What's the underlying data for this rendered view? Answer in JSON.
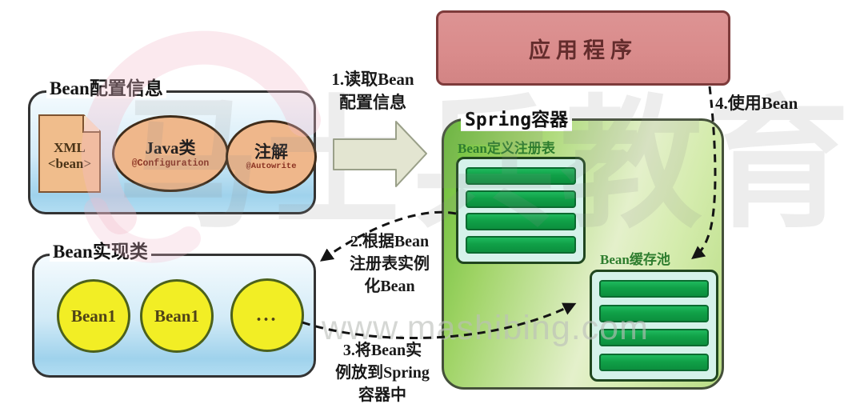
{
  "colors": {
    "page_bg": "#ffffff",
    "box_border": "#333333",
    "blue_top": "#f5fbfe",
    "blue_mid": "#d3ebf7",
    "blue_bottom": "#9fd2ec",
    "doc_fill": "#f0bd8c",
    "doc_border": "#7d5230",
    "ellipse_fill": "#efb78b",
    "ellipse_border": "#3f2c1a",
    "code_red": "#8b3222",
    "yellow_fill": "#f2ee25",
    "yellow_border": "#4c611c",
    "bean_text": "#4f4318",
    "app_fill": "#d98b8b",
    "app_border": "#7e3b3b",
    "app_text": "#632c2c",
    "green_dark": "#68bd36",
    "green_light": "#e4f0cb",
    "green_mid": "#b9dd85",
    "container_border": "#44503a",
    "panel_fill": "#d5f2ea",
    "panel_border": "#20461f",
    "panel_title": "#2e7d2e",
    "bar_fill": "#12a148",
    "bar_border": "#0b6b30",
    "block_arrow_fill": "#e3e5d1",
    "block_arrow_border": "#9aa089",
    "dash": "#141414",
    "step_text": "#191919",
    "watermark_gray": "#8f8f8f",
    "watermark_www": "#bcbfba",
    "swirl_pink": "#f2bccb"
  },
  "config_box": {
    "title": "Bean配置信息",
    "xml_doc": {
      "name": "XML",
      "tag": "<bean>"
    },
    "java_class": {
      "title": "Java类",
      "annotation": "@Configuration"
    },
    "annotation_node": {
      "title": "注解",
      "annotation": "@Autowrite"
    }
  },
  "impl_box": {
    "title": "Bean实现类",
    "beans": [
      "Bean1",
      "Bean1",
      "..."
    ]
  },
  "app_box": {
    "title": "应用程序"
  },
  "spring_container": {
    "title": "Spring容器",
    "registry": {
      "title": "Bean定义注册表",
      "slot_count": 4
    },
    "cache": {
      "title": "Bean缓存池",
      "slot_count": 4
    }
  },
  "steps": {
    "read_config": {
      "lines": [
        "1.读取Bean",
        "配置信息"
      ]
    },
    "instantiate": {
      "lines": [
        "2.根据Bean",
        "注册表实例",
        "化Bean"
      ]
    },
    "put_instance": {
      "lines": [
        "3.将Bean实",
        "例放到Spring",
        "容器中"
      ]
    },
    "use_bean": {
      "label": "4.使用Bean"
    }
  },
  "watermarks": {
    "site": "www.mashibing.com",
    "brand": "马士兵教育"
  }
}
